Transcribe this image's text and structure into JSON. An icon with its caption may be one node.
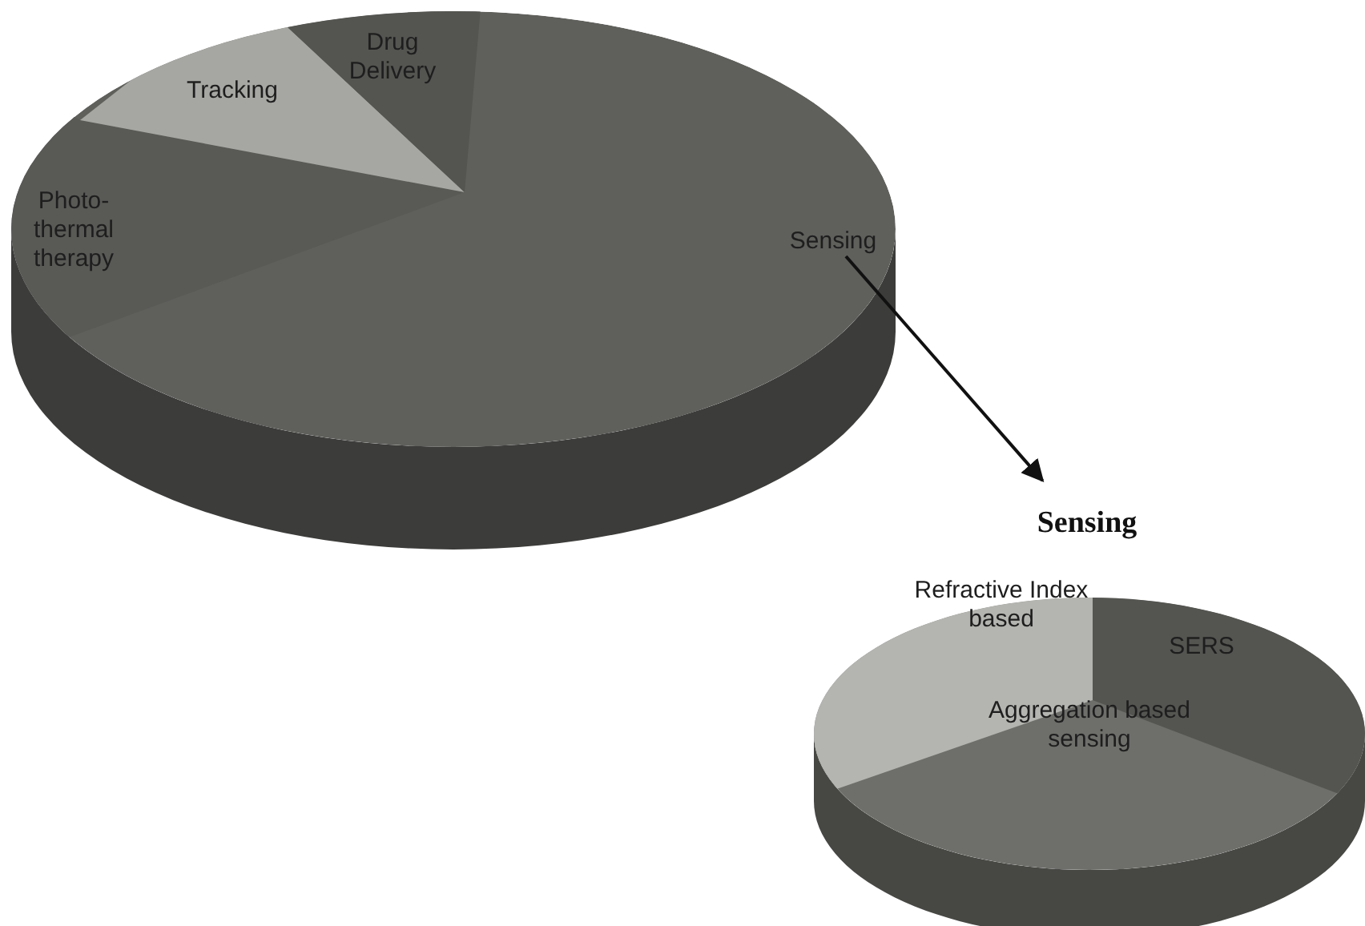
{
  "diagram": {
    "nodes": [
      {
        "text": [
          "Drug Delivery"
        ]
      },
      {
        "text": [
          "Tracking"
        ]
      },
      {
        "text": [
          "Photo-thermal therapy"
        ]
      },
      {
        "text": [
          "Sensing"
        ]
      },
      {
        "text": [
          "Sensing"
        ]
      },
      {
        "text": [
          "Refractive Index based"
        ],
        "in": 4
      },
      {
        "text": [
          "SERS"
        ],
        "in": 4
      },
      {
        "text": [
          "Aggregation based sensing"
        ],
        "in": 4
      }
    ],
    "edges": [
      {
        "from": 3,
        "to": 4,
        "arrow": "to"
      }
    ]
  }
}
